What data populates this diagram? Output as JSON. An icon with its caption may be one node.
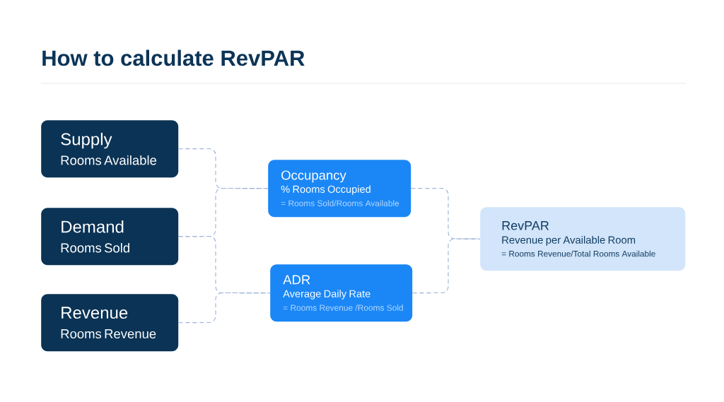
{
  "diagram": {
    "title": "How to calculate RevPAR",
    "nodes": [
      {
        "text": [
          "Supply",
          "Rooms Available"
        ]
      },
      {
        "text": [
          "Demand",
          "Rooms Sold"
        ]
      },
      {
        "text": [
          "Revenue",
          "Rooms Revenue"
        ]
      },
      {
        "text": [
          "Occupancy",
          "% Rooms Occupied",
          "= Rooms Sold/Rooms Available"
        ]
      },
      {
        "text": [
          "ADR",
          "Average Daily Rate",
          "= Rooms Revenue /Rooms Sold"
        ]
      },
      {
        "text": [
          "RevPAR",
          "Revenue per Available Room",
          "= Rooms Revenue/Total Rooms Available"
        ]
      }
    ],
    "edges": [
      {
        "from": 0,
        "to": 3,
        "arrow": "none",
        "style": "dashed"
      },
      {
        "from": 1,
        "to": 3,
        "arrow": "none",
        "style": "dashed"
      },
      {
        "from": 1,
        "to": 4,
        "arrow": "none",
        "style": "dashed"
      },
      {
        "from": 2,
        "to": 4,
        "arrow": "none",
        "style": "dashed"
      },
      {
        "from": 3,
        "to": 5,
        "arrow": "none",
        "style": "dashed"
      },
      {
        "from": 4,
        "to": 5,
        "arrow": "none",
        "style": "dashed"
      }
    ]
  }
}
